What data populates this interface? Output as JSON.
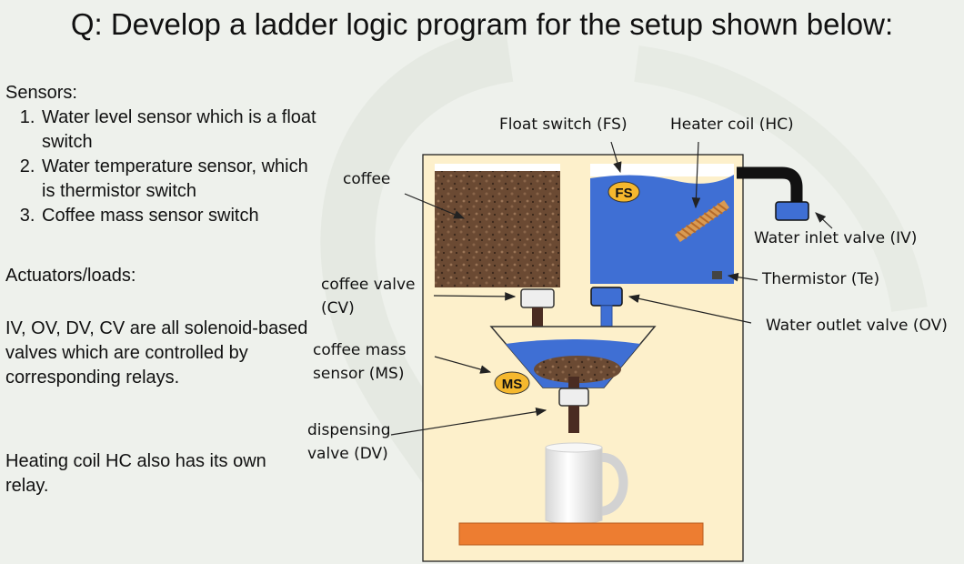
{
  "title": "Q: Develop a ladder logic program for the setup shown below:",
  "sensors": {
    "heading": "Sensors:",
    "items": [
      "Water level sensor which is a float switch",
      "Water temperature sensor, which is thermistor switch",
      "Coffee mass sensor switch"
    ]
  },
  "actuators": {
    "heading": "Actuators/loads:",
    "valves_text": "IV, OV, DV, CV are all solenoid-based valves which are controlled by corresponding relays.",
    "heater_text": "Heating coil HC also has its own relay."
  },
  "labels": {
    "coffee": "coffee",
    "coffee_valve_1": "coffee valve",
    "coffee_valve_2": "(CV)",
    "coffee_mass_1": "coffee mass",
    "coffee_mass_2": "sensor (MS)",
    "dispensing_1": "dispensing",
    "dispensing_2": "valve (DV)",
    "float_switch": "Float switch (FS)",
    "heater_coil": "Heater coil (HC)",
    "inlet_valve": "Water inlet valve (IV)",
    "thermistor": "Thermistor (Te)",
    "outlet_valve": "Water outlet valve (OV)"
  },
  "badges": {
    "fs": "FS",
    "ms": "MS"
  },
  "colors": {
    "machine_body": "#fdf0cb",
    "water": "#3f6fd4",
    "badge": "#f5b82e",
    "tray": "#ed7d31",
    "valve_stem": "#4a2c22",
    "coffee": "#6b4a33"
  }
}
